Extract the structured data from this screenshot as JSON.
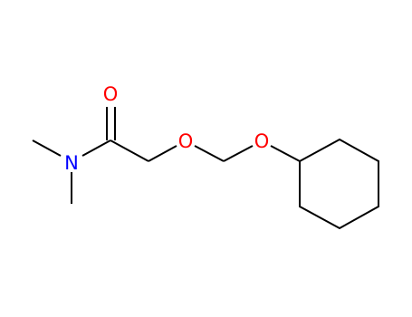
{
  "molecule": {
    "atom_labels": {
      "carbonyl_oxygen": "O",
      "nitrogen": "N",
      "ether_oxygen_1": "O",
      "ether_oxygen_2": "O"
    },
    "colors": {
      "oxygen": "#ff0000",
      "nitrogen": "#0000ff",
      "bond": "#000000",
      "background": "#ffffff"
    }
  }
}
